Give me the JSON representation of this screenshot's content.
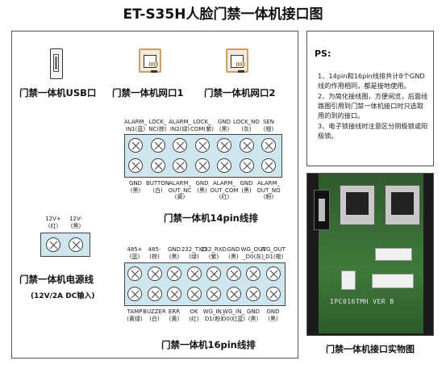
{
  "title": "ET-S35H人脸门禁一体机接口图",
  "ports": {
    "usb_label": "门禁一体机USB口",
    "net1_label": "门禁一体机网口1",
    "net2_label": "门禁一体机网口2"
  },
  "pin14": {
    "title": "门禁一体机14pin线排",
    "top": [
      [
        "ALARM_",
        "IN1(蓝)"
      ],
      [
        "LOCK_",
        "NC(棕)"
      ],
      [
        "ALARM_",
        "IN2(绿)"
      ],
      [
        "LOCK_",
        "COM(紫)"
      ],
      [
        "GND",
        "(黑)"
      ],
      [
        "LOCK_NO",
        "(灰)"
      ],
      [
        "SEN",
        "(橙)"
      ]
    ],
    "bottom": [
      [
        "GND",
        "(黑)"
      ],
      [
        "BUTTON",
        "(白)"
      ],
      [
        "ALARM_",
        "OUT_NC",
        "(黄)"
      ],
      [
        "GND",
        "(黑)"
      ],
      [
        "ALARM_",
        "OUT_COM",
        "(红)"
      ],
      [
        "GND",
        "(黑)"
      ],
      [
        "ALARM_",
        "OUT_NO",
        "(粉)"
      ]
    ]
  },
  "power": {
    "title": "门禁一体机电源线",
    "subtitle": "(12V/2A DC输入)",
    "pins": [
      [
        "12V+",
        "(红)"
      ],
      [
        "12V-",
        "(黑)"
      ]
    ]
  },
  "pin16": {
    "title": "门禁一体机16pin线排",
    "top": [
      [
        "485+",
        "(蓝)"
      ],
      [
        "485-",
        "(棕)"
      ],
      [
        "GND",
        "(黑)"
      ],
      [
        "232_TXD",
        "(绿)"
      ],
      [
        "232_RXD",
        "(紫)"
      ],
      [
        "GND",
        "(黑)"
      ],
      [
        "WG_OUT",
        "_D0(灰)"
      ],
      [
        "WG_OUT",
        "_D1(橙)"
      ]
    ],
    "bottom": [
      [
        "TAMP",
        "(黄绿)"
      ],
      [
        "BUZZER",
        "(白)"
      ],
      [
        "ERR",
        "(黄)"
      ],
      [
        "OK",
        "(红)"
      ],
      [
        "WG_IN_",
        "D1(粉)"
      ],
      [
        "WG_IN_",
        "D0(红蓝)"
      ],
      [
        "GND",
        "(黑)"
      ],
      [
        "GND",
        "(黑)"
      ]
    ]
  },
  "ps": {
    "title": "PS:",
    "notes": [
      "1、14pin和16pin线排共计8个GND线的作用相同，都是接地使用。",
      "2、为简化接线图，方便阅览，后面线路图引用到门禁一体机接口时只选取用的到的接口。",
      "3、电子锁接线时注意区分阴极锁或阳极锁。"
    ]
  },
  "photo": {
    "caption": "门禁一体机接口实物图",
    "board_text": "IPC016TMH VER B"
  },
  "colors": {
    "terminal_fill": "#cfe6ee",
    "rj45_border": "#c9a069",
    "pcb_green": "#3f7a3a"
  }
}
